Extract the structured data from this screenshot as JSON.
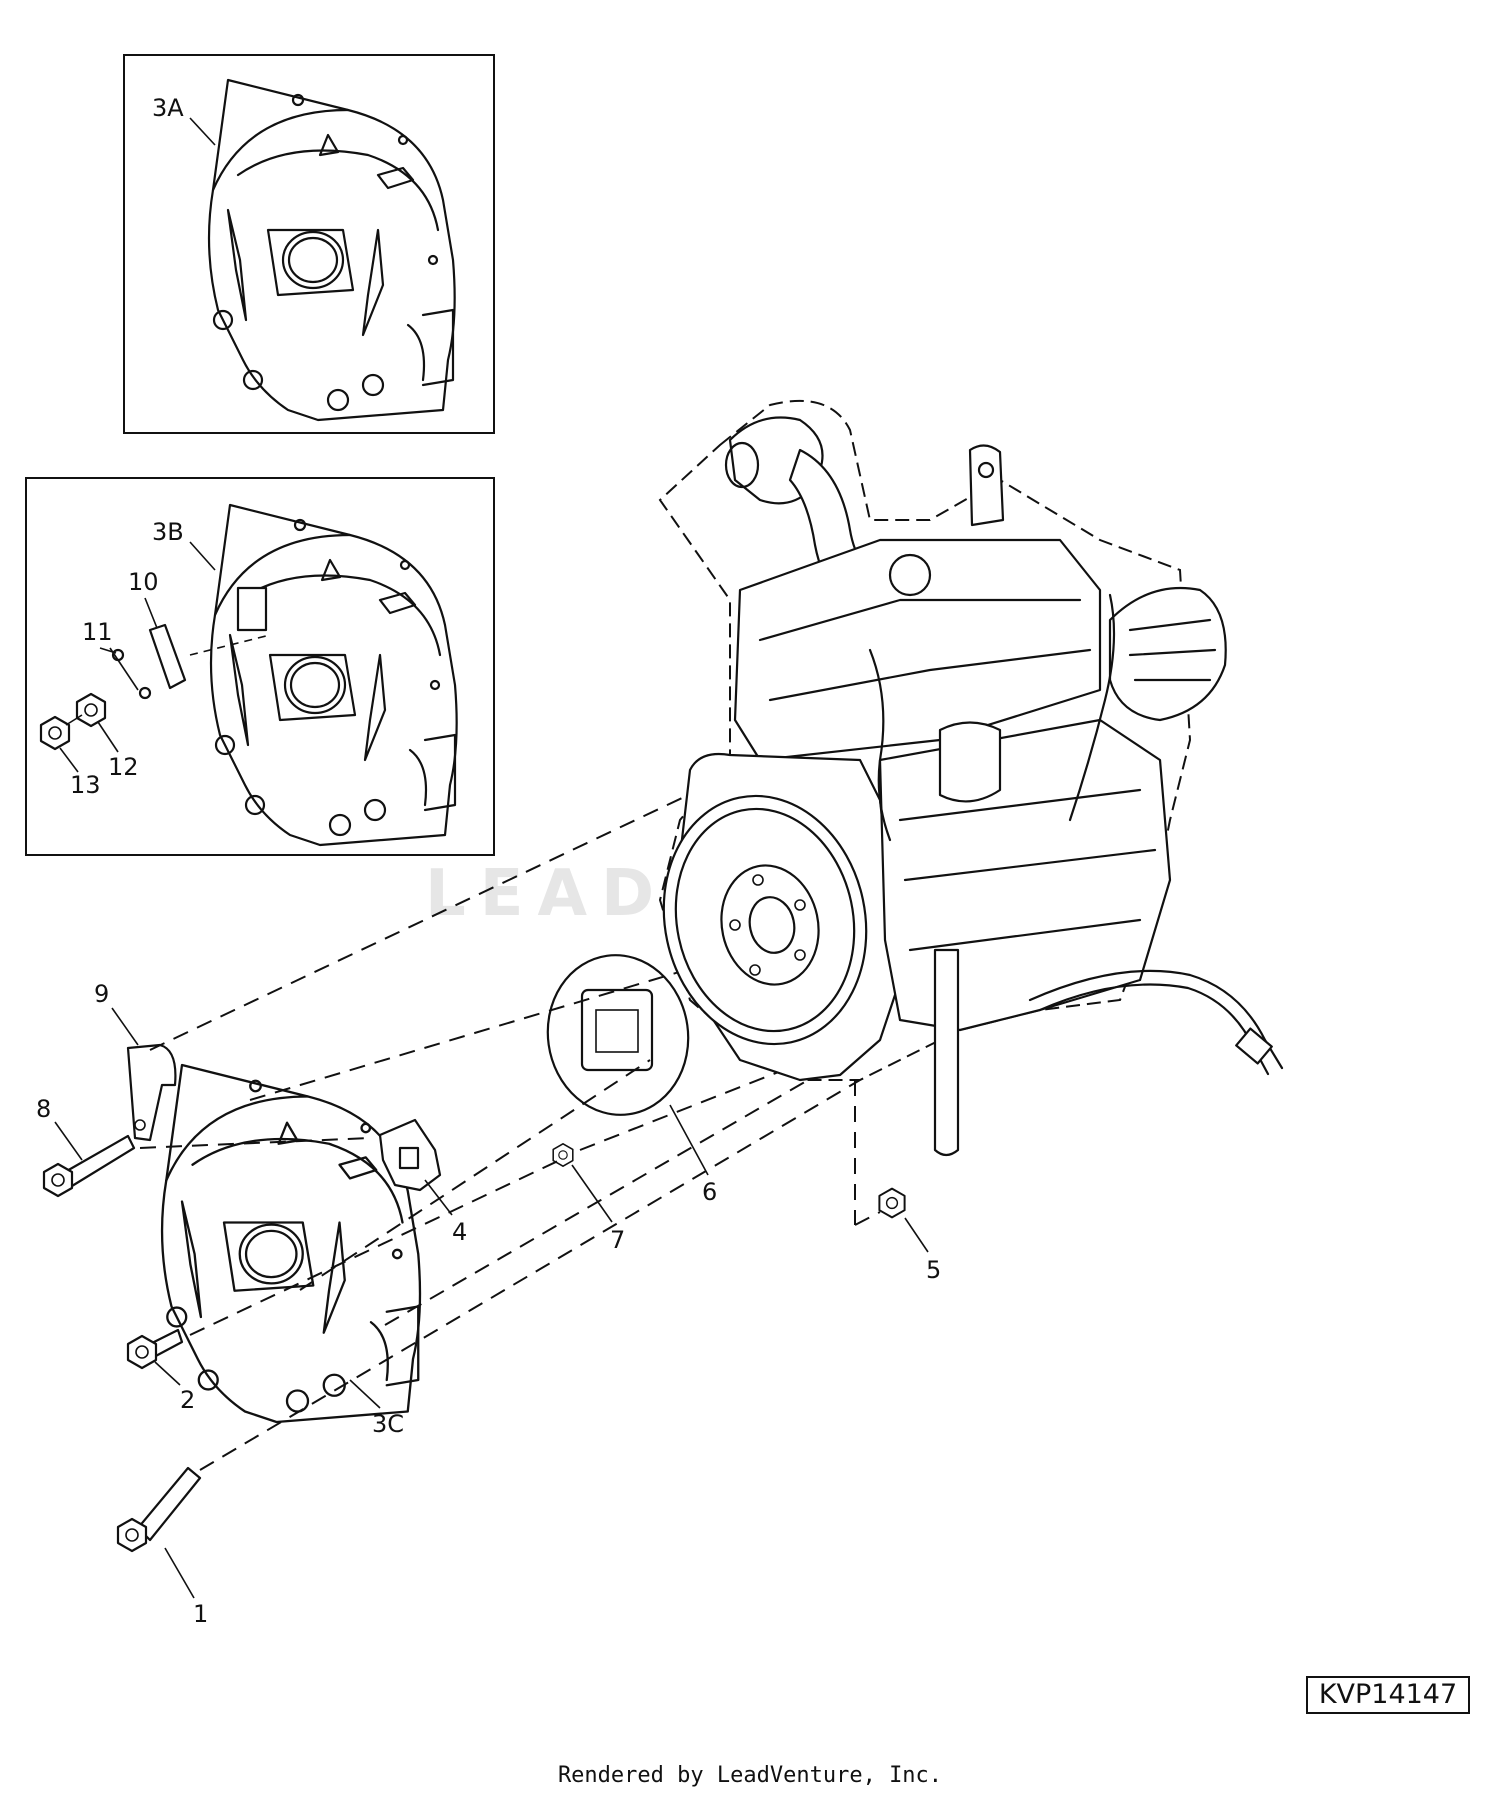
{
  "figure_id": "KVP14147",
  "footer": "Rendered by LeadVenture, Inc.",
  "watermark": "LEADVENTURE",
  "callouts": {
    "p3A": "3A",
    "p3B": "3B",
    "p3C": "3C",
    "p1": "1",
    "p2": "2",
    "p4": "4",
    "p5": "5",
    "p6": "6",
    "p7": "7",
    "p8": "8",
    "p9": "9",
    "p10": "10",
    "p11": "11",
    "p12": "12",
    "p13": "13"
  }
}
